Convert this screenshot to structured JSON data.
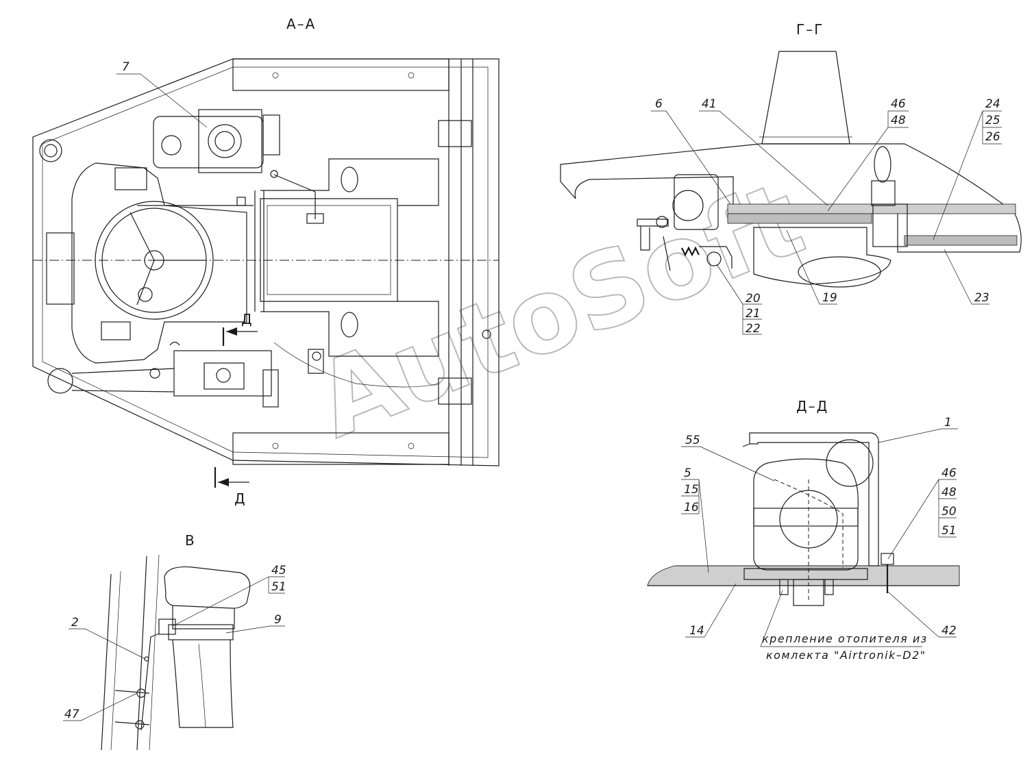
{
  "views": {
    "aa": {
      "title": "A–A"
    },
    "gg": {
      "title": "Г–Г"
    },
    "dd": {
      "title": "Д–Д"
    },
    "v": {
      "title": "В"
    }
  },
  "section_marks": {
    "d_upper": "Д",
    "d_lower": "Д"
  },
  "callouts": {
    "c7": "7",
    "c6": "6",
    "c41": "41",
    "c46_48_gg": [
      "46",
      "48"
    ],
    "c24_25_26": [
      "24",
      "25",
      "26"
    ],
    "c20_21_22": [
      "20",
      "21",
      "22"
    ],
    "c19": "19",
    "c23": "23",
    "c55": "55",
    "c1": "1",
    "c5_15_16": [
      "5",
      "15",
      "16"
    ],
    "c46_48_50_51": [
      "46",
      "48",
      "50",
      "51"
    ],
    "c14": "14",
    "c42": "42",
    "c45_51": [
      "45",
      "51"
    ],
    "c9": "9",
    "c2": "2",
    "c47": "47"
  },
  "note": {
    "line1": "крепление отопителя из",
    "line2": "комлекта \"Airtronik–D2\""
  },
  "watermark": "AutoSoft"
}
